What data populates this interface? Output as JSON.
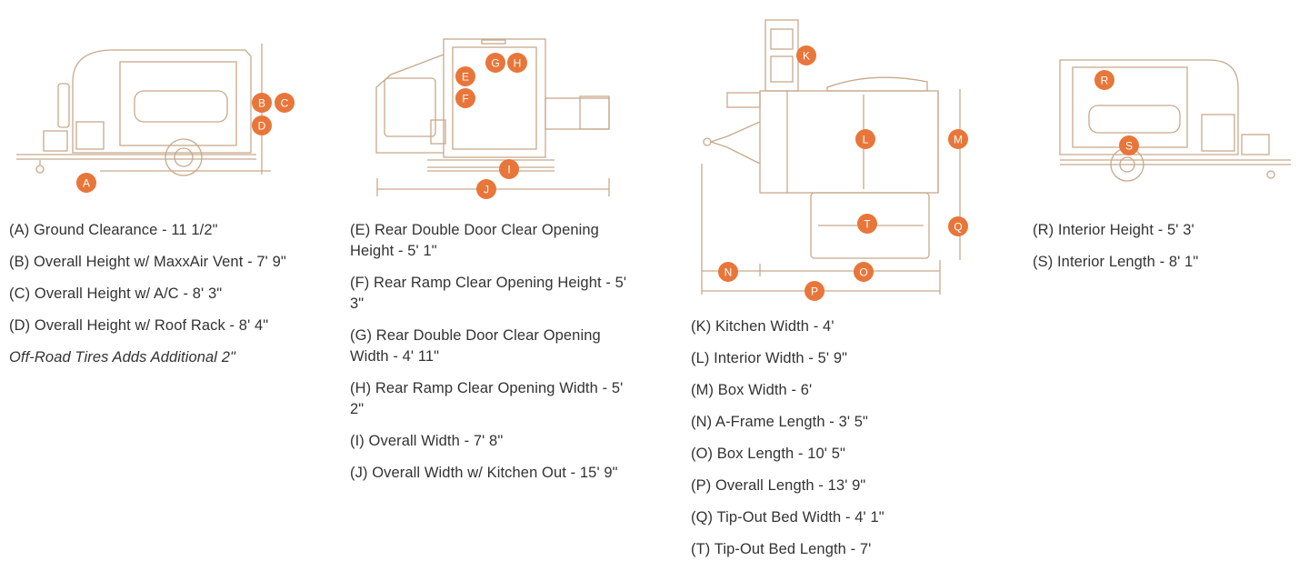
{
  "markers": {
    "A": "A",
    "B": "B",
    "C": "C",
    "D": "D",
    "E": "E",
    "F": "F",
    "G": "G",
    "H": "H",
    "I": "I",
    "J": "J",
    "K": "K",
    "L": "L",
    "M": "M",
    "N": "N",
    "O": "O",
    "P": "P",
    "Q": "Q",
    "T": "T",
    "R": "R",
    "S": "S"
  },
  "colors": {
    "accent": "#e8763a",
    "line": "#c8a98c",
    "text": "#333333"
  },
  "side_specs": [
    "(A) Ground Clearance - 11 1/2\"",
    "(B) Overall Height w/ MaxxAir Vent - 7' 9\"",
    "(C) Overall Height w/ A/C - 8' 3\"",
    "(D) Overall Height w/ Roof Rack - 8' 4\""
  ],
  "side_note": "Off-Road Tires Adds Additional 2\"",
  "rear_specs": [
    "(E) Rear Double Door Clear Opening Height - 5' 1\"",
    "(F) Rear Ramp Clear Opening Height - 5' 3\"",
    "(G) Rear Double Door Clear Opening Width - 4' 11\"",
    "(H) Rear Ramp Clear Opening Width - 5' 2\"",
    "(I) Overall Width - 7' 8\"",
    "(J) Overall Width w/ Kitchen Out - 15' 9\""
  ],
  "top_specs": [
    "(K) Kitchen Width - 4'",
    "(L) Interior Width - 5' 9\"",
    "(M) Box Width - 6'",
    "(N) A-Frame Length - 3' 5\"",
    "(O) Box Length - 10' 5\"",
    "(P) Overall Length - 13' 9\"",
    "(Q) Tip-Out Bed Width - 4' 1\"",
    "(T) Tip-Out Bed Length - 7'"
  ],
  "interior_specs": [
    "(R) Interior Height - 5' 3'",
    "(S) Interior Length - 8' 1\""
  ]
}
